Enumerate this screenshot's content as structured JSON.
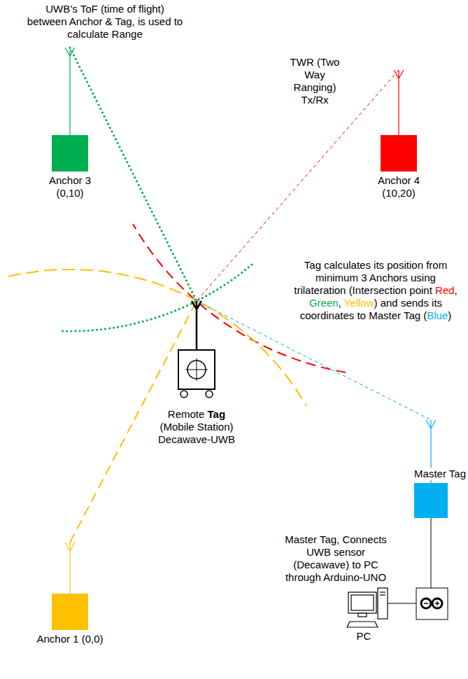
{
  "diagram": {
    "nodes": [
      {
        "text": [
          "Anchor 3 (0,10)"
        ]
      },
      {
        "text": [
          "Anchor 4 (10,20)"
        ]
      },
      {
        "text": [
          "Remote Tag (Mobile Station) Decawave-UWB"
        ]
      },
      {
        "text": [
          "Master Tag"
        ]
      },
      {
        "text": [
          "Anchor 1 (0,0)"
        ]
      }
    ],
    "edges": [
      {
        "from": 0,
        "to": 2,
        "arrow": "none"
      },
      {
        "from": 1,
        "to": 2,
        "label": "TWR (Two Way Ranging) Tx/Rx",
        "arrow": "none"
      },
      {
        "from": 4,
        "to": 2,
        "arrow": "none"
      },
      {
        "from": 2,
        "to": 3,
        "arrow": "none"
      }
    ],
    "labels": [
      "UWB’s ToF (time of flight) between Anchor & Tag, is used to calculate Range",
      "Tag calculates its position from minimum 3 Anchors using trilateration (Intersection point Red, Green, Yellow) and sends its coordinates to Master Tag (Blue)",
      "Master Tag, Connects UWB sensor (Decawave) to PC through Arduino-UNO",
      "PC"
    ]
  }
}
